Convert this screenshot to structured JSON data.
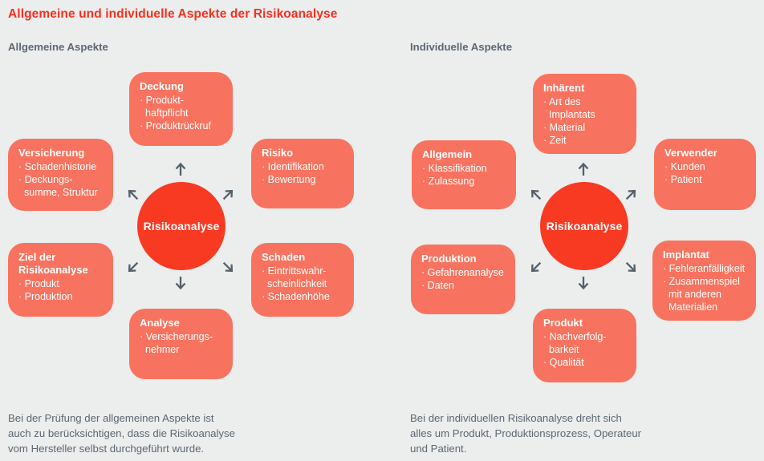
{
  "theme": {
    "bg": "#ECEDED",
    "coral": "#F8735F",
    "red": "#F93A23",
    "title_red": "#F8301D",
    "arrow": "#53606B",
    "gray_text": "#5C6873",
    "white": "#FFFFFF"
  },
  "title": "Allgemeine und individuelle Aspekte der Risikoanalyse",
  "diagrams": [
    {
      "subtitle": "Allgemeine Aspekte",
      "center_label": "Risikoanalyse",
      "boxes": [
        {
          "id": "deckung",
          "heading": "Deckung",
          "items": [
            "Produkt-\nhaftpflicht",
            "Produktrückruf"
          ]
        },
        {
          "id": "versicherung",
          "heading": "Versicherung",
          "items": [
            "Schadenhistorie",
            "Deckungs-\nsumme, Struktur"
          ]
        },
        {
          "id": "risiko",
          "heading": "Risiko",
          "items": [
            "Identifikation",
            "Bewertung"
          ]
        },
        {
          "id": "ziel",
          "heading": "Ziel der\nRisikoanalyse",
          "items": [
            "Produkt",
            "Produktion"
          ]
        },
        {
          "id": "schaden",
          "heading": "Schaden",
          "items": [
            "Eintrittswahr-\nscheinlichkeit",
            "Schadenhöhe"
          ]
        },
        {
          "id": "analyse",
          "heading": "Analyse",
          "items": [
            "Versicherungs-\nnehmer"
          ]
        }
      ],
      "footnote": "Bei der Prüfung der allgemeinen Aspekte ist\nauch zu berücksichtigen, dass die Risikoanalyse\nvom Hersteller selbst durchgeführt wurde."
    },
    {
      "subtitle": "Individuelle Aspekte",
      "center_label": "Risikoanalyse",
      "boxes": [
        {
          "id": "inhaerent",
          "heading": "Inhärent",
          "items": [
            "Art des Implantats",
            "Material",
            "Zeit"
          ]
        },
        {
          "id": "allgemein",
          "heading": "Allgemein",
          "items": [
            "Klassifikation",
            "Zulassung"
          ]
        },
        {
          "id": "verwender",
          "heading": "Verwender",
          "items": [
            "Kunden",
            "Patient"
          ]
        },
        {
          "id": "produktion",
          "heading": "Produktion",
          "items": [
            "Gefahrenanalyse",
            "Daten"
          ]
        },
        {
          "id": "implantat",
          "heading": "Implantat",
          "items": [
            "Fehleranfälligkeit",
            "Zusammenspiel\nmit anderen\nMaterialien"
          ]
        },
        {
          "id": "produkt",
          "heading": "Produkt",
          "items": [
            "Nachverfolg-\nbarkeit",
            "Qualität"
          ]
        }
      ],
      "footnote": "Bei der individuellen Risikoanalyse dreht sich\nalles um Produkt, Produktionsprozess, Operateur\nund Patient."
    }
  ]
}
